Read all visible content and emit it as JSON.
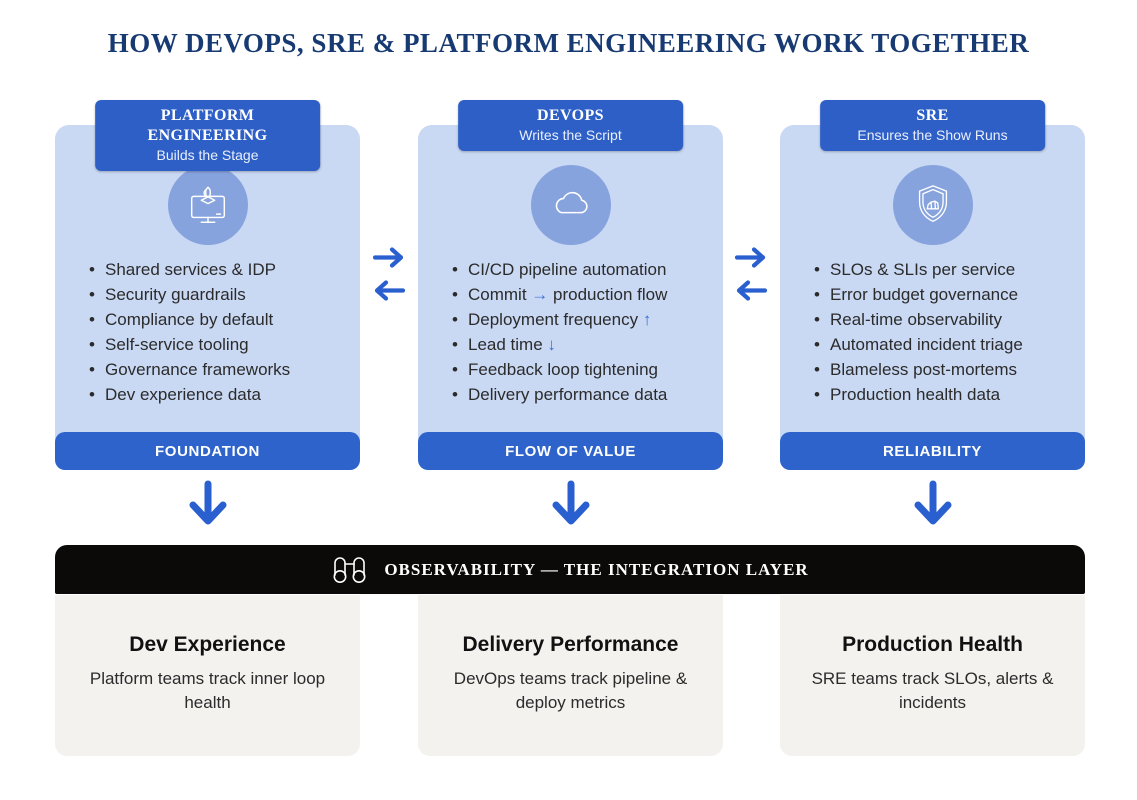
{
  "title": "HOW DEVOPS, SRE & PLATFORM ENGINEERING WORK TOGETHER",
  "colors": {
    "title_navy": "#173a73",
    "badge_blue": "#2d5fc7",
    "card_light_blue": "#c9d8f3",
    "icon_circle_blue": "#87a3de",
    "footer_blue": "#2d63ca",
    "arrow_blue": "#2a5fd0",
    "inline_arrow_blue": "#3b6fd4",
    "integration_black": "#0c0a08",
    "bottom_card_gray": "#f4f2ef"
  },
  "columns": [
    {
      "badge_title": "PLATFORM ENGINEERING",
      "badge_subtitle": "Builds the Stage",
      "icon": "monitor-plant-icon",
      "bullets": [
        "Shared services & IDP",
        "Security guardrails",
        "Compliance by default",
        "Self-service tooling",
        "Governance frameworks",
        "Dev experience data"
      ],
      "footer": "FOUNDATION"
    },
    {
      "badge_title": "DEVOPS",
      "badge_subtitle": "Writes the Script",
      "icon": "cloud-icon",
      "bullets": [
        "CI/CD pipeline automation",
        "Commit → production flow",
        "Deployment frequency ↑",
        "Lead time ↓",
        "Feedback loop tightening",
        "Delivery performance data"
      ],
      "footer": "FLOW OF VALUE"
    },
    {
      "badge_title": "SRE",
      "badge_subtitle": "Ensures the Show Runs",
      "icon": "shield-rock-icon",
      "bullets": [
        "SLOs & SLIs per service",
        "Error budget governance",
        "Real-time observability",
        "Automated incident triage",
        "Blameless post-mortems",
        "Production health data"
      ],
      "footer": "RELIABILITY"
    }
  ],
  "integration_bar": {
    "icon": "binoculars-icon",
    "label": "OBSERVABILITY — THE INTEGRATION LAYER"
  },
  "bottom_cards": [
    {
      "title": "Dev Experience",
      "description": "Platform teams track inner loop health"
    },
    {
      "title": "Delivery Performance",
      "description": "DevOps teams track pipeline & deploy metrics"
    },
    {
      "title": "Production Health",
      "description": "SRE teams track SLOs, alerts & incidents"
    }
  ]
}
